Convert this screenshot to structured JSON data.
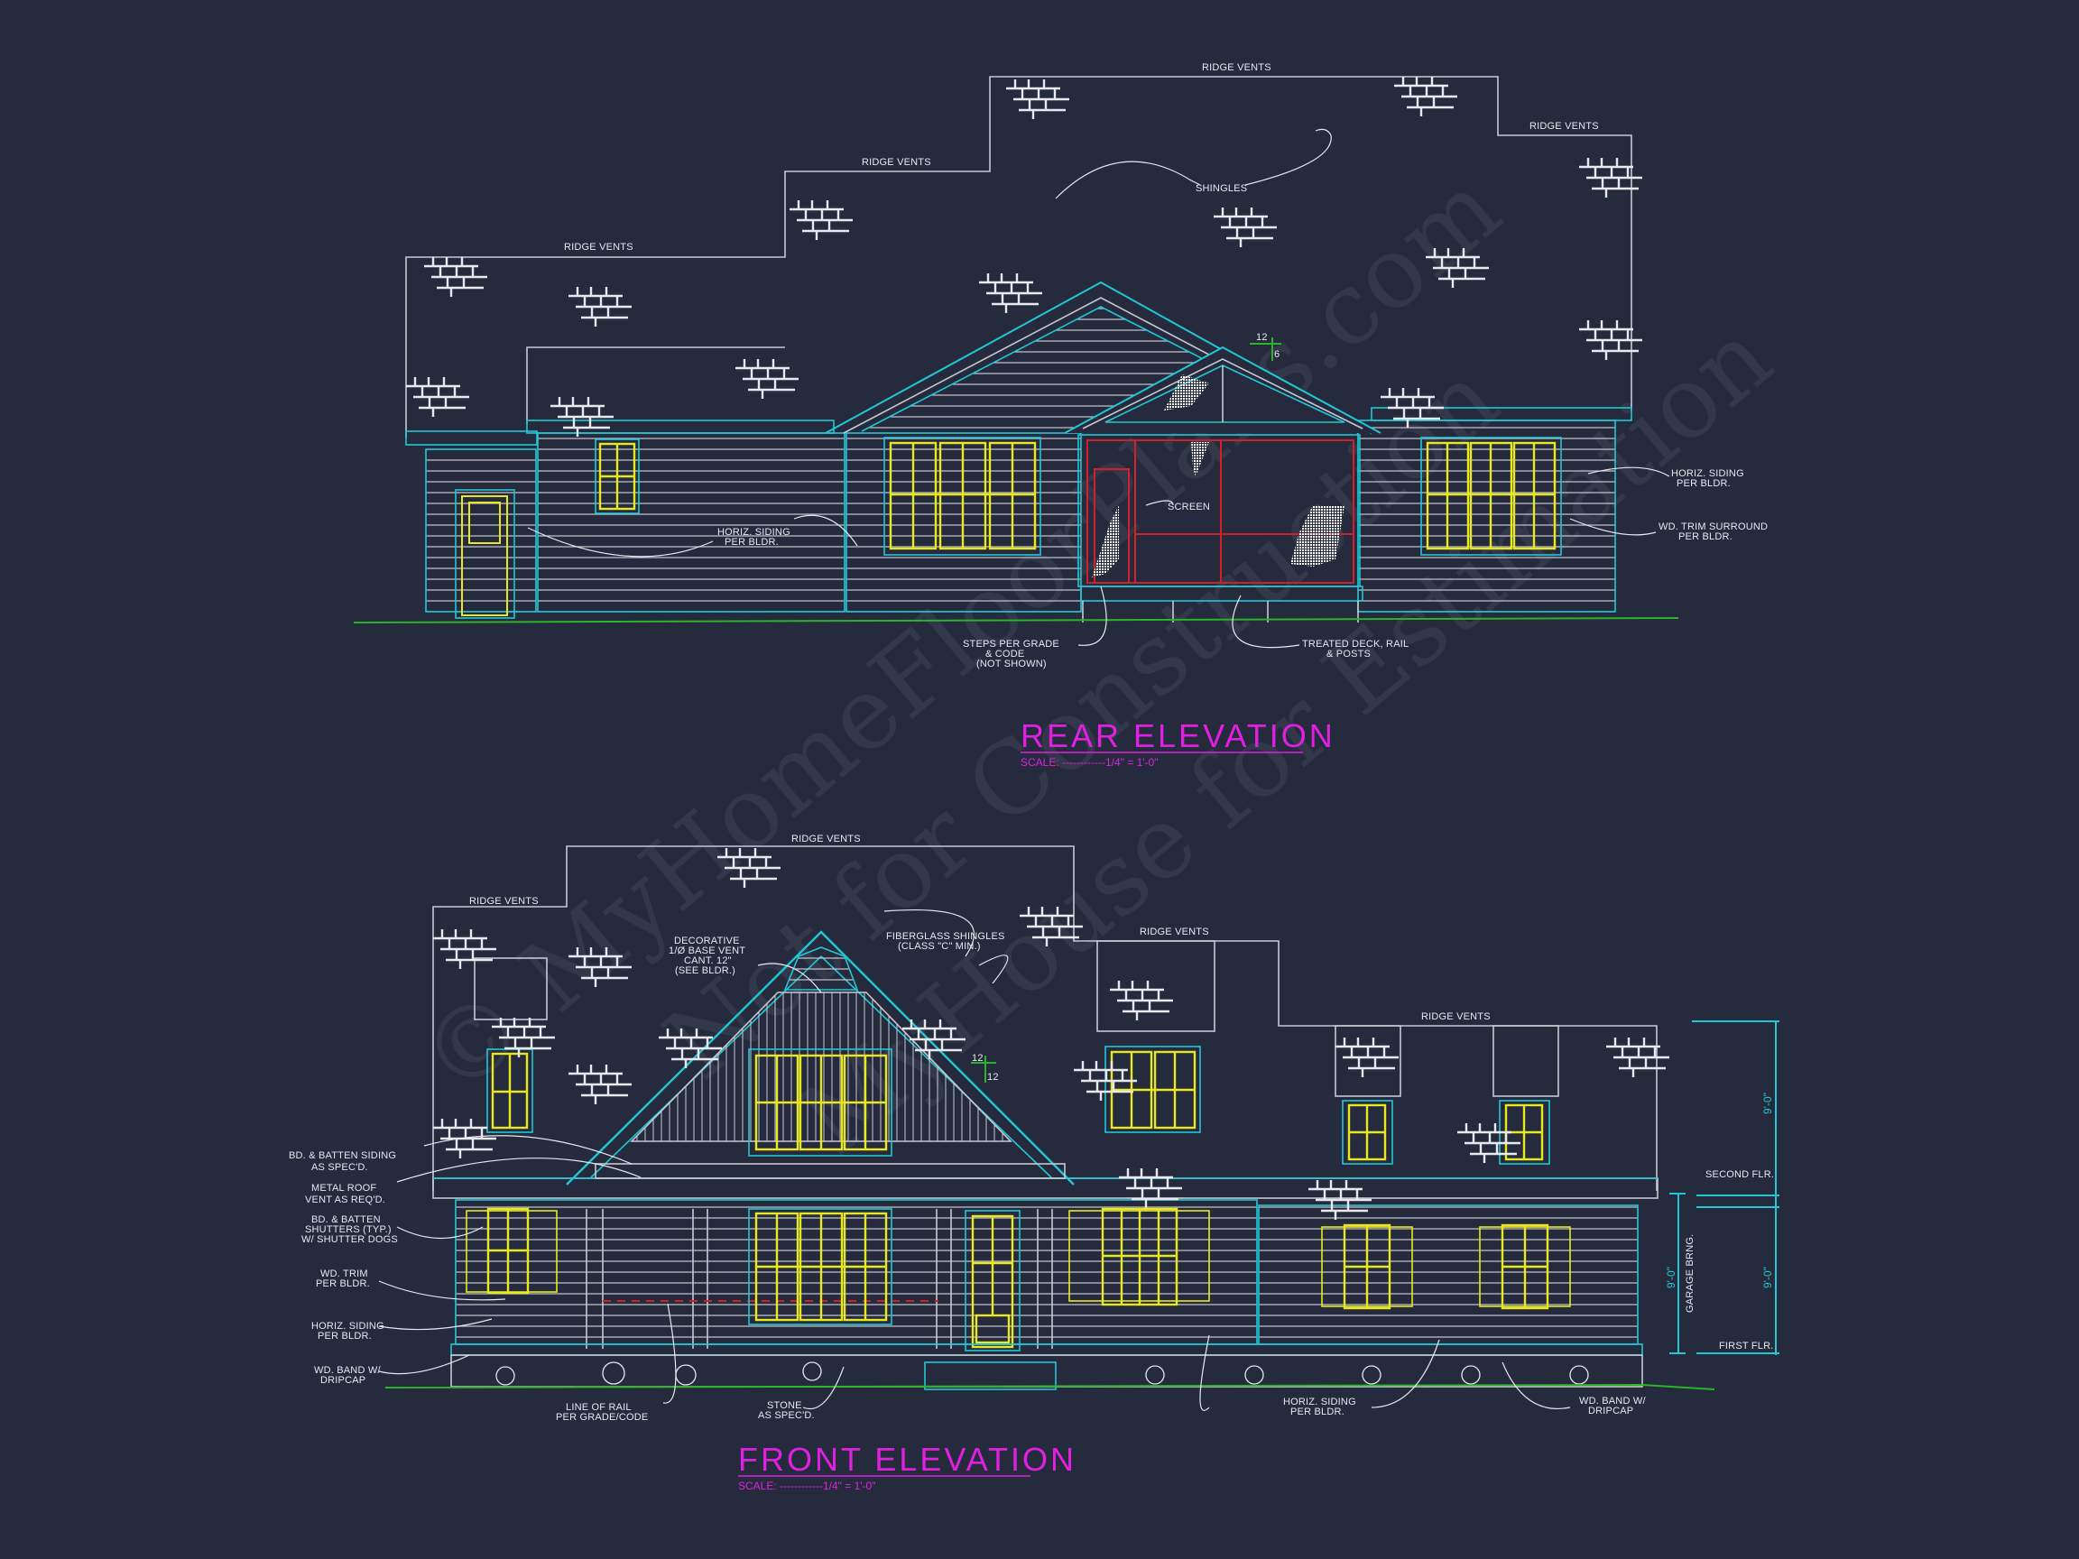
{
  "sheet": {
    "background": "#252a3d",
    "colors": {
      "lines": "#c8c8d0",
      "trim": "#22c7d6",
      "windows": "#e8e820",
      "screen_porch": "#d0202a",
      "grade": "#2bb32b",
      "titles": "#e020e0",
      "dimensions": "#22c7d6"
    },
    "watermark": [
      "© MyHomeFloorPlans.com",
      "Not for Construction",
      "MyHouse for Estimation"
    ]
  },
  "rear_elevation": {
    "title": "REAR ELEVATION",
    "scale_label": "SCALE: ------------1/4\" = 1'-0\"",
    "roof_labels": [
      "RIDGE VENTS",
      "RIDGE VENTS",
      "RIDGE VENTS",
      "RIDGE VENTS"
    ],
    "pitch": {
      "run": "12",
      "rise": "6"
    },
    "notes": {
      "shingles": "SHINGLES",
      "screen": "SCREEN",
      "siding_left": [
        "HORIZ. SIDING",
        "PER BLDR."
      ],
      "siding_right": [
        "HORIZ. SIDING",
        "PER BLDR."
      ],
      "trim_surround": [
        "WD. TRIM SURROUND",
        "PER BLDR."
      ],
      "steps": [
        "STEPS PER GRADE",
        "& CODE",
        "(NOT SHOWN)"
      ],
      "deck": [
        "TREATED DECK, RAIL",
        "& POSTS"
      ]
    }
  },
  "front_elevation": {
    "title": "FRONT ELEVATION",
    "scale_label": "SCALE: ------------1/4\" = 1'-0\"",
    "roof_labels": [
      "RIDGE VENTS",
      "RIDGE VENTS",
      "RIDGE VENTS",
      "RIDGE VENTS"
    ],
    "pitch": {
      "run": "12",
      "rise": "12"
    },
    "notes": {
      "gable_vent": [
        "DECORATIVE",
        "1/Ø BASE VENT",
        "CANT. 12\"",
        "(SEE BLDR.)"
      ],
      "shingles": [
        "FIBERGLASS SHINGLES",
        "(CLASS \"C\" MIN.)"
      ],
      "board_batten": [
        "BD. & BATTEN SIDING",
        "AS SPEC'D."
      ],
      "metal_roof": [
        "METAL ROOF",
        "VENT AS REQ'D."
      ],
      "shutters": [
        "BD. & BATTEN",
        "SHUTTERS (TYP.)",
        "W/ SHUTTER DOGS"
      ],
      "trim": [
        "WD. TRIM",
        "PER BLDR."
      ],
      "siding_left": [
        "HORIZ. SIDING",
        "PER BLDR."
      ],
      "band_left": [
        "WD. BAND W/",
        "DRIPCAP"
      ],
      "rail": [
        "LINE OF RAIL",
        "PER GRADE/CODE"
      ],
      "stone": [
        "STONE",
        "AS SPEC'D."
      ],
      "siding_right": [
        "HORIZ. SIDING",
        "PER BLDR."
      ],
      "band_right": [
        "WD. BAND W/",
        "DRIPCAP"
      ]
    },
    "dimensions": {
      "upper": "9'-0\"",
      "lower": "9'-0\"",
      "garage": "9'-0\"",
      "garage_label": "GARAGE BRNG.",
      "second_floor": "SECOND FLR.",
      "first_floor": "FIRST FLR."
    }
  }
}
